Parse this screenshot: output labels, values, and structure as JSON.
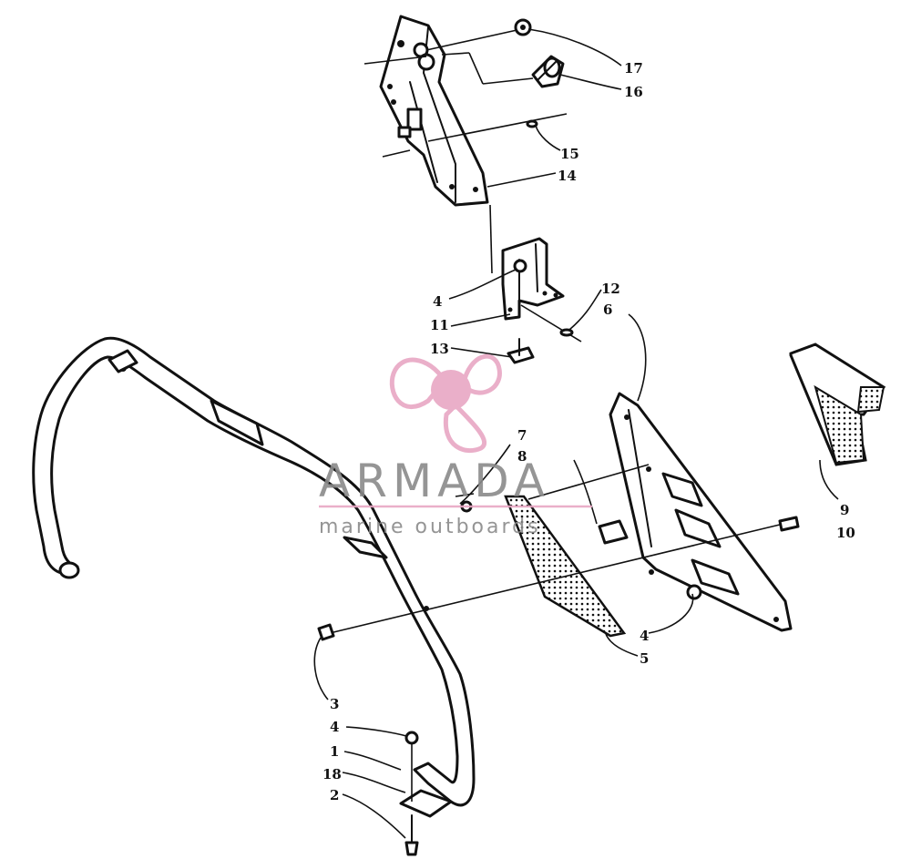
{
  "watermark": {
    "brand": "ARMADA",
    "tagline": "marine outboards",
    "colors": {
      "accent": "#e8a7c4",
      "text": "#8a8a8a"
    }
  },
  "callouts": [
    {
      "id": "17",
      "label": "17"
    },
    {
      "id": "16",
      "label": "16"
    },
    {
      "id": "15",
      "label": "15"
    },
    {
      "id": "14",
      "label": "14"
    },
    {
      "id": "12",
      "label": "12"
    },
    {
      "id": "6",
      "label": "6"
    },
    {
      "id": "4a",
      "label": "4"
    },
    {
      "id": "11",
      "label": "11"
    },
    {
      "id": "13",
      "label": "13"
    },
    {
      "id": "7",
      "label": "7"
    },
    {
      "id": "8",
      "label": "8"
    },
    {
      "id": "9",
      "label": "9"
    },
    {
      "id": "10",
      "label": "10"
    },
    {
      "id": "4b",
      "label": "4"
    },
    {
      "id": "5",
      "label": "5"
    },
    {
      "id": "3",
      "label": "3"
    },
    {
      "id": "4c",
      "label": "4"
    },
    {
      "id": "1",
      "label": "1"
    },
    {
      "id": "18",
      "label": "18"
    },
    {
      "id": "2",
      "label": "2"
    }
  ]
}
